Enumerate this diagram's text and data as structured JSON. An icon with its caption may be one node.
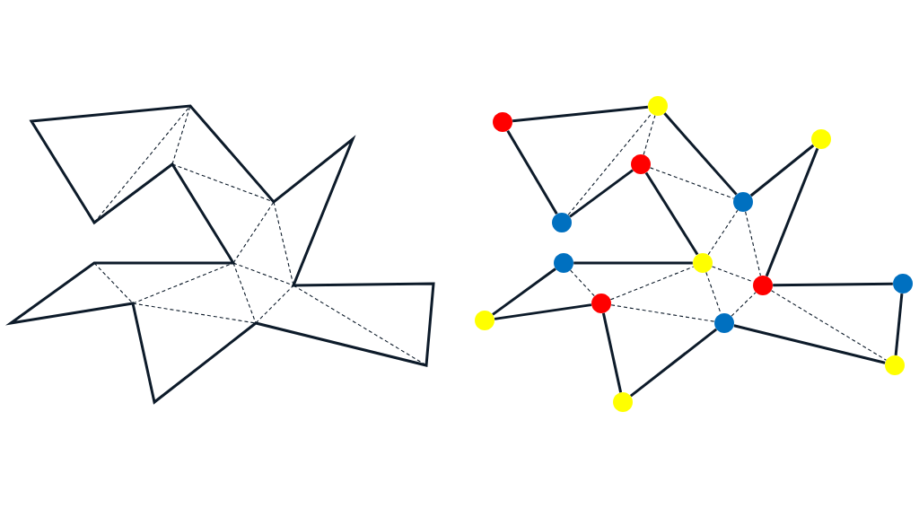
{
  "diagram": {
    "nodes": [
      {
        "text": [],
        "shape": "circle"
      },
      {
        "text": [],
        "shape": "circle"
      },
      {
        "text": [],
        "shape": "circle"
      },
      {
        "text": [],
        "shape": "circle"
      },
      {
        "text": [],
        "shape": "circle"
      },
      {
        "text": [],
        "shape": "circle"
      },
      {
        "text": [],
        "shape": "circle"
      },
      {
        "text": [],
        "shape": "circle"
      },
      {
        "text": [],
        "shape": "circle"
      },
      {
        "text": [],
        "shape": "circle"
      },
      {
        "text": [],
        "shape": "circle"
      },
      {
        "text": [],
        "shape": "circle"
      },
      {
        "text": [],
        "shape": "circle"
      },
      {
        "text": [],
        "shape": "circle"
      },
      {
        "text": [],
        "shape": "circle"
      }
    ],
    "edges": [
      {
        "from": 1,
        "to": 7,
        "arrow": "none"
      },
      {
        "from": 7,
        "to": 10,
        "arrow": "none"
      },
      {
        "from": 10,
        "to": 12,
        "arrow": "none"
      },
      {
        "from": 12,
        "to": 11,
        "arrow": "none"
      },
      {
        "from": 11,
        "to": 14,
        "arrow": "none"
      },
      {
        "from": 14,
        "to": 13,
        "arrow": "none"
      },
      {
        "from": 13,
        "to": 9,
        "arrow": "none"
      },
      {
        "from": 9,
        "to": 5,
        "arrow": "none"
      },
      {
        "from": 5,
        "to": 4,
        "arrow": "none"
      },
      {
        "from": 4,
        "to": 0,
        "arrow": "none"
      },
      {
        "from": 0,
        "to": 3,
        "arrow": "none"
      },
      {
        "from": 3,
        "to": 8,
        "arrow": "none"
      },
      {
        "from": 8,
        "to": 6,
        "arrow": "none"
      },
      {
        "from": 6,
        "to": 2,
        "arrow": "none"
      },
      {
        "from": 2,
        "to": 1,
        "arrow": "none"
      },
      {
        "from": 2,
        "to": 7,
        "arrow": "none",
        "style": "dashed"
      },
      {
        "from": 6,
        "to": 7,
        "arrow": "none",
        "style": "dashed"
      },
      {
        "from": 6,
        "to": 10,
        "arrow": "none",
        "style": "dashed"
      },
      {
        "from": 8,
        "to": 10,
        "arrow": "none",
        "style": "dashed"
      },
      {
        "from": 10,
        "to": 11,
        "arrow": "none",
        "style": "dashed"
      },
      {
        "from": 8,
        "to": 11,
        "arrow": "none",
        "style": "dashed"
      },
      {
        "from": 4,
        "to": 8,
        "arrow": "none",
        "style": "dashed"
      },
      {
        "from": 3,
        "to": 4,
        "arrow": "none",
        "style": "dashed"
      },
      {
        "from": 8,
        "to": 9,
        "arrow": "none",
        "style": "dashed"
      },
      {
        "from": 4,
        "to": 9,
        "arrow": "none",
        "style": "dashed"
      },
      {
        "from": 9,
        "to": 11,
        "arrow": "none",
        "style": "dashed"
      },
      {
        "from": 11,
        "to": 13,
        "arrow": "none",
        "style": "dashed"
      }
    ]
  }
}
